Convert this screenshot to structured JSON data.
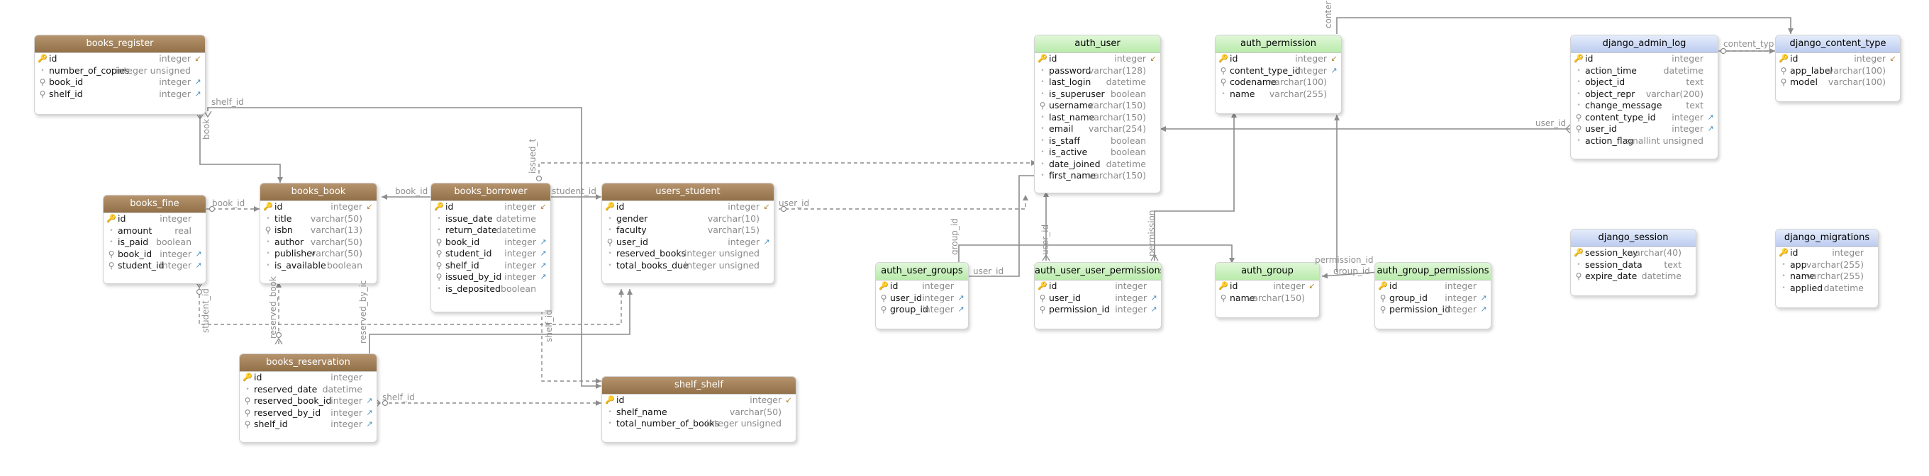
{
  "colors": {
    "app_header": "#a5835b",
    "auth_header": "#c6f0bb",
    "django_header": "#c9d6f5",
    "connector": "#8c8c8c",
    "fk_arrow": "#4a90c2"
  },
  "tables": [
    {
      "id": "books_register",
      "title": "books_register",
      "group": "app",
      "fields": [
        {
          "name": "id",
          "type": "integer",
          "icon": "key",
          "flag": "pk"
        },
        {
          "name": "number_of_copies",
          "type": "integer unsigned",
          "icon": "dot",
          "flag": ""
        },
        {
          "name": "book_id",
          "type": "integer",
          "icon": "idx",
          "flag": "fk"
        },
        {
          "name": "shelf_id",
          "type": "integer",
          "icon": "idx",
          "flag": "fk"
        }
      ]
    },
    {
      "id": "books_fine",
      "title": "books_fine",
      "group": "app",
      "fields": [
        {
          "name": "id",
          "type": "integer",
          "icon": "key",
          "flag": ""
        },
        {
          "name": "amount",
          "type": "real",
          "icon": "dot",
          "flag": ""
        },
        {
          "name": "is_paid",
          "type": "boolean",
          "icon": "dot",
          "flag": ""
        },
        {
          "name": "book_id",
          "type": "integer",
          "icon": "idx",
          "flag": "fk"
        },
        {
          "name": "student_id",
          "type": "integer",
          "icon": "idx",
          "flag": "fk"
        }
      ]
    },
    {
      "id": "books_book",
      "title": "books_book",
      "group": "app",
      "fields": [
        {
          "name": "id",
          "type": "integer",
          "icon": "key",
          "flag": "pk"
        },
        {
          "name": "title",
          "type": "varchar(50)",
          "icon": "dot",
          "flag": ""
        },
        {
          "name": "isbn",
          "type": "varchar(13)",
          "icon": "idx",
          "flag": ""
        },
        {
          "name": "author",
          "type": "varchar(50)",
          "icon": "dot",
          "flag": ""
        },
        {
          "name": "publisher",
          "type": "varchar(50)",
          "icon": "dot",
          "flag": ""
        },
        {
          "name": "is_available",
          "type": "boolean",
          "icon": "dot",
          "flag": ""
        }
      ]
    },
    {
      "id": "books_borrower",
      "title": "books_borrower",
      "group": "app",
      "fields": [
        {
          "name": "id",
          "type": "integer",
          "icon": "key",
          "flag": "pk"
        },
        {
          "name": "issue_date",
          "type": "datetime",
          "icon": "dot",
          "flag": ""
        },
        {
          "name": "return_date",
          "type": "datetime",
          "icon": "dot",
          "flag": ""
        },
        {
          "name": "book_id",
          "type": "integer",
          "icon": "idx",
          "flag": "fk"
        },
        {
          "name": "student_id",
          "type": "integer",
          "icon": "idx",
          "flag": "fk"
        },
        {
          "name": "shelf_id",
          "type": "integer",
          "icon": "idx",
          "flag": "fk"
        },
        {
          "name": "issued_by_id",
          "type": "integer",
          "icon": "idx",
          "flag": "fk"
        },
        {
          "name": "is_deposited",
          "type": "boolean",
          "icon": "dot",
          "flag": ""
        }
      ]
    },
    {
      "id": "users_student",
      "title": "users_student",
      "group": "app",
      "fields": [
        {
          "name": "id",
          "type": "integer",
          "icon": "key",
          "flag": "pk"
        },
        {
          "name": "gender",
          "type": "varchar(10)",
          "icon": "dot",
          "flag": ""
        },
        {
          "name": "faculty",
          "type": "varchar(15)",
          "icon": "dot",
          "flag": ""
        },
        {
          "name": "user_id",
          "type": "integer",
          "icon": "idx",
          "flag": "fk"
        },
        {
          "name": "reserved_books",
          "type": "integer unsigned",
          "icon": "dot",
          "flag": ""
        },
        {
          "name": "total_books_due",
          "type": "integer unsigned",
          "icon": "dot",
          "flag": ""
        }
      ]
    },
    {
      "id": "books_reservation",
      "title": "books_reservation",
      "group": "app",
      "fields": [
        {
          "name": "id",
          "type": "integer",
          "icon": "key",
          "flag": ""
        },
        {
          "name": "reserved_date",
          "type": "datetime",
          "icon": "dot",
          "flag": ""
        },
        {
          "name": "reserved_book_id",
          "type": "integer",
          "icon": "idx",
          "flag": "fk"
        },
        {
          "name": "reserved_by_id",
          "type": "integer",
          "icon": "idx",
          "flag": "fk"
        },
        {
          "name": "shelf_id",
          "type": "integer",
          "icon": "idx",
          "flag": "fk"
        }
      ]
    },
    {
      "id": "shelf_shelf",
      "title": "shelf_shelf",
      "group": "app",
      "fields": [
        {
          "name": "id",
          "type": "integer",
          "icon": "key",
          "flag": "pk"
        },
        {
          "name": "shelf_name",
          "type": "varchar(50)",
          "icon": "dot",
          "flag": ""
        },
        {
          "name": "total_number_of_books",
          "type": "integer unsigned",
          "icon": "dot",
          "flag": ""
        }
      ]
    },
    {
      "id": "auth_user",
      "title": "auth_user",
      "group": "auth",
      "fields": [
        {
          "name": "id",
          "type": "integer",
          "icon": "key",
          "flag": "pk"
        },
        {
          "name": "password",
          "type": "varchar(128)",
          "icon": "dot",
          "flag": ""
        },
        {
          "name": "last_login",
          "type": "datetime",
          "icon": "dot",
          "flag": ""
        },
        {
          "name": "is_superuser",
          "type": "boolean",
          "icon": "dot",
          "flag": ""
        },
        {
          "name": "username",
          "type": "varchar(150)",
          "icon": "idx",
          "flag": ""
        },
        {
          "name": "last_name",
          "type": "varchar(150)",
          "icon": "dot",
          "flag": ""
        },
        {
          "name": "email",
          "type": "varchar(254)",
          "icon": "dot",
          "flag": ""
        },
        {
          "name": "is_staff",
          "type": "boolean",
          "icon": "dot",
          "flag": ""
        },
        {
          "name": "is_active",
          "type": "boolean",
          "icon": "dot",
          "flag": ""
        },
        {
          "name": "date_joined",
          "type": "datetime",
          "icon": "dot",
          "flag": ""
        },
        {
          "name": "first_name",
          "type": "varchar(150)",
          "icon": "dot",
          "flag": ""
        }
      ]
    },
    {
      "id": "auth_permission",
      "title": "auth_permission",
      "group": "auth",
      "fields": [
        {
          "name": "id",
          "type": "integer",
          "icon": "key",
          "flag": "pk"
        },
        {
          "name": "content_type_id",
          "type": "integer",
          "icon": "idx",
          "flag": "fk"
        },
        {
          "name": "codename",
          "type": "varchar(100)",
          "icon": "idx",
          "flag": ""
        },
        {
          "name": "name",
          "type": "varchar(255)",
          "icon": "dot",
          "flag": ""
        }
      ]
    },
    {
      "id": "django_admin_log",
      "title": "django_admin_log",
      "group": "dj",
      "fields": [
        {
          "name": "id",
          "type": "integer",
          "icon": "key",
          "flag": ""
        },
        {
          "name": "action_time",
          "type": "datetime",
          "icon": "dot",
          "flag": ""
        },
        {
          "name": "object_id",
          "type": "text",
          "icon": "dot",
          "flag": ""
        },
        {
          "name": "object_repr",
          "type": "varchar(200)",
          "icon": "dot",
          "flag": ""
        },
        {
          "name": "change_message",
          "type": "text",
          "icon": "dot",
          "flag": ""
        },
        {
          "name": "content_type_id",
          "type": "integer",
          "icon": "idx",
          "flag": "fk"
        },
        {
          "name": "user_id",
          "type": "integer",
          "icon": "idx",
          "flag": "fk"
        },
        {
          "name": "action_flag",
          "type": "smallint unsigned",
          "icon": "dot",
          "flag": ""
        }
      ]
    },
    {
      "id": "django_content_type",
      "title": "django_content_type",
      "group": "dj",
      "fields": [
        {
          "name": "id",
          "type": "integer",
          "icon": "key",
          "flag": "pk"
        },
        {
          "name": "app_label",
          "type": "varchar(100)",
          "icon": "idx",
          "flag": ""
        },
        {
          "name": "model",
          "type": "varchar(100)",
          "icon": "idx",
          "flag": ""
        }
      ]
    },
    {
      "id": "auth_user_groups",
      "title": "auth_user_groups",
      "group": "auth",
      "fields": [
        {
          "name": "id",
          "type": "integer",
          "icon": "key",
          "flag": ""
        },
        {
          "name": "user_id",
          "type": "integer",
          "icon": "idx",
          "flag": "fk"
        },
        {
          "name": "group_id",
          "type": "integer",
          "icon": "idx",
          "flag": "fk"
        }
      ]
    },
    {
      "id": "auth_user_user_permissions",
      "title": "auth_user_user_permissions",
      "group": "auth",
      "fields": [
        {
          "name": "id",
          "type": "integer",
          "icon": "key",
          "flag": ""
        },
        {
          "name": "user_id",
          "type": "integer",
          "icon": "idx",
          "flag": "fk"
        },
        {
          "name": "permission_id",
          "type": "integer",
          "icon": "idx",
          "flag": "fk"
        }
      ]
    },
    {
      "id": "auth_group",
      "title": "auth_group",
      "group": "auth",
      "fields": [
        {
          "name": "id",
          "type": "integer",
          "icon": "key",
          "flag": "pk"
        },
        {
          "name": "name",
          "type": "varchar(150)",
          "icon": "idx",
          "flag": ""
        }
      ]
    },
    {
      "id": "auth_group_permissions",
      "title": "auth_group_permissions",
      "group": "auth",
      "fields": [
        {
          "name": "id",
          "type": "integer",
          "icon": "key",
          "flag": ""
        },
        {
          "name": "group_id",
          "type": "integer",
          "icon": "idx",
          "flag": "fk"
        },
        {
          "name": "permission_id",
          "type": "integer",
          "icon": "idx",
          "flag": "fk"
        }
      ]
    },
    {
      "id": "django_session",
      "title": "django_session",
      "group": "dj",
      "fields": [
        {
          "name": "session_key",
          "type": "varchar(40)",
          "icon": "key",
          "flag": ""
        },
        {
          "name": "session_data",
          "type": "text",
          "icon": "dot",
          "flag": ""
        },
        {
          "name": "expire_date",
          "type": "datetime",
          "icon": "idx",
          "flag": ""
        }
      ]
    },
    {
      "id": "django_migrations",
      "title": "django_migrations",
      "group": "dj",
      "fields": [
        {
          "name": "id",
          "type": "integer",
          "icon": "key",
          "flag": ""
        },
        {
          "name": "app",
          "type": "varchar(255)",
          "icon": "dot",
          "flag": ""
        },
        {
          "name": "name",
          "type": "varchar(255)",
          "icon": "dot",
          "flag": ""
        },
        {
          "name": "applied",
          "type": "datetime",
          "icon": "dot",
          "flag": ""
        }
      ]
    }
  ],
  "relation_labels": [
    {
      "id": "lbl-shelf-id-1",
      "text": "shelf_id"
    },
    {
      "id": "lbl-book",
      "text": "book"
    },
    {
      "id": "lbl-book-id-1",
      "text": "book_id"
    },
    {
      "id": "lbl-book-id-2",
      "text": "book_id"
    },
    {
      "id": "lbl-issued",
      "text": "issued_t"
    },
    {
      "id": "lbl-student-id-1",
      "text": "student_id"
    },
    {
      "id": "lbl-user-id-1",
      "text": "user_id"
    },
    {
      "id": "lbl-student-id-2",
      "text": "student_id"
    },
    {
      "id": "lbl-reserved-book",
      "text": "reserved_book"
    },
    {
      "id": "lbl-reserved-by",
      "text": "reserved_by_ic"
    },
    {
      "id": "lbl-shelf-id-2",
      "text": "shelf_id"
    },
    {
      "id": "lbl-shelf-id-3",
      "text": "shelf_id"
    },
    {
      "id": "lbl-content",
      "text": "conter"
    },
    {
      "id": "lbl-content-type",
      "text": "content_typ"
    },
    {
      "id": "lbl-user-id-2",
      "text": "user_id"
    },
    {
      "id": "lbl-group-id-1",
      "text": "group_id"
    },
    {
      "id": "lbl-user-id-3",
      "text": "user_id"
    },
    {
      "id": "lbl-user-id-4",
      "text": "user_id"
    },
    {
      "id": "lbl-permission-1",
      "text": "permission"
    },
    {
      "id": "lbl-permission-id",
      "text": "permission_id"
    },
    {
      "id": "lbl-group-id-2",
      "text": "group_id"
    }
  ]
}
